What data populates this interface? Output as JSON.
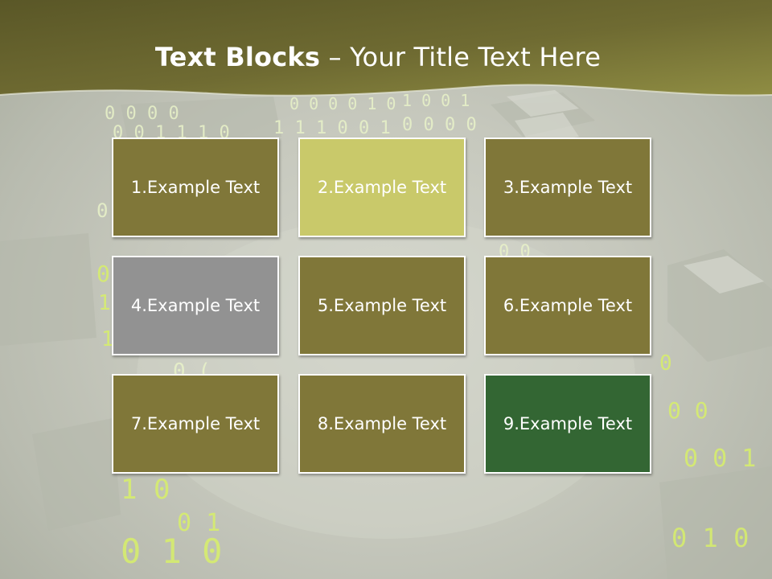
{
  "title": {
    "bold": "Text Blocks",
    "dash": " – ",
    "rest": "Your Title Text Here"
  },
  "colors": {
    "header_dark": "#5d5a2a",
    "header_light": "#8a8a3c",
    "block_olive": "#807739",
    "block_lime": "#c9c96a",
    "block_gray": "#929292",
    "block_green": "#336633"
  },
  "blocks": [
    {
      "label": "1.Example Text",
      "color": "#807739"
    },
    {
      "label": "2.Example Text",
      "color": "#c9c96a"
    },
    {
      "label": "3.Example Text",
      "color": "#807739"
    },
    {
      "label": "4.Example Text",
      "color": "#929292"
    },
    {
      "label": "5.Example Text",
      "color": "#807739"
    },
    {
      "label": "6.Example Text",
      "color": "#807739"
    },
    {
      "label": "7.Example Text",
      "color": "#807739"
    },
    {
      "label": "8.Example Text",
      "color": "#807739"
    },
    {
      "label": "9.Example Text",
      "color": "#336633"
    }
  ]
}
